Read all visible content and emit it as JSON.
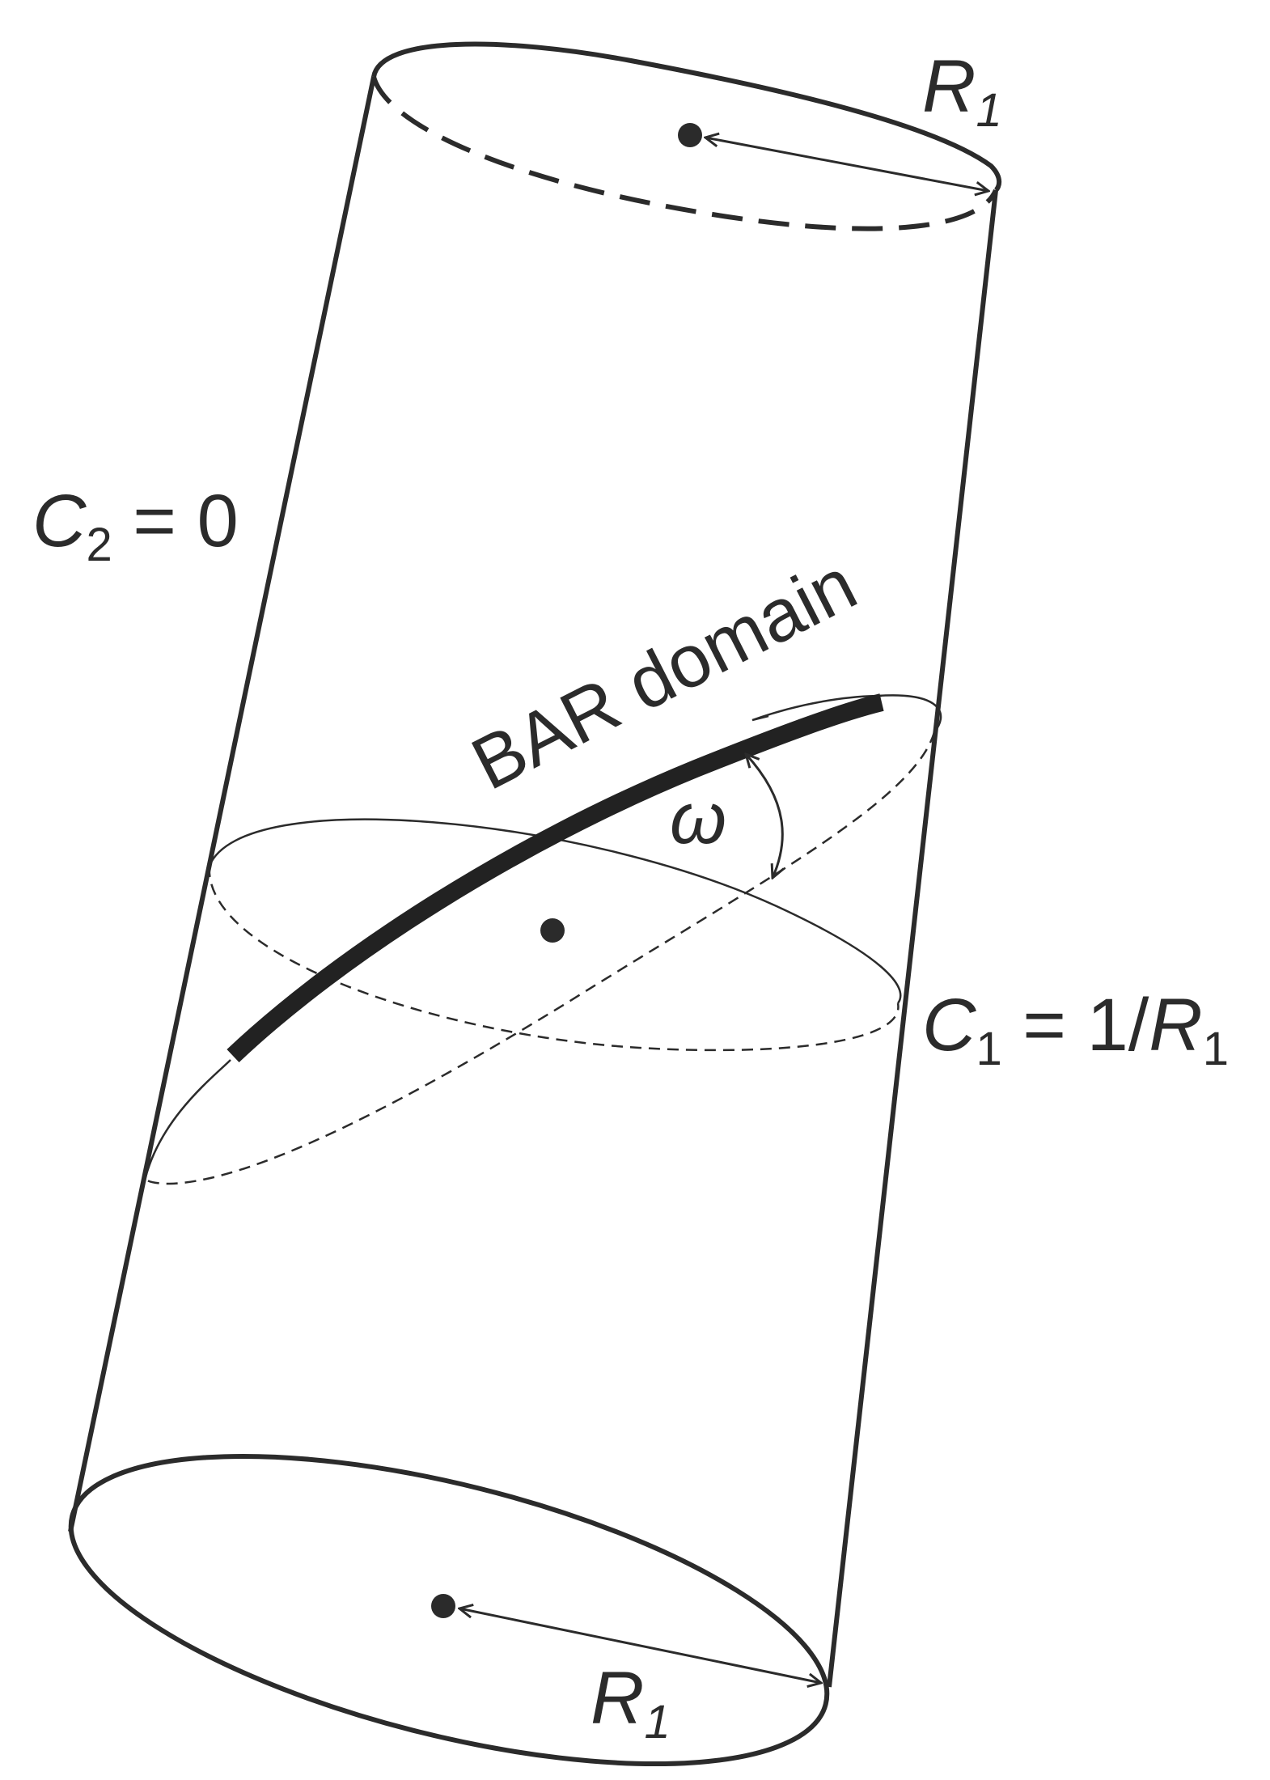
{
  "labels": {
    "top_radius": {
      "symbol": "R",
      "subscript": "1"
    },
    "bottom_radius": {
      "symbol": "R",
      "subscript": "1"
    },
    "c2": {
      "symbol": "C",
      "subscript": "2",
      "rest": " = 0"
    },
    "c1": {
      "symbol": "C",
      "subscript": "1",
      "eq": " = 1/",
      "rsym": "R",
      "rsub": "1"
    },
    "bar_domain": "BAR domain",
    "omega": "ω"
  },
  "colors": {
    "line": "#2b2b2b",
    "background": "#ffffff"
  }
}
